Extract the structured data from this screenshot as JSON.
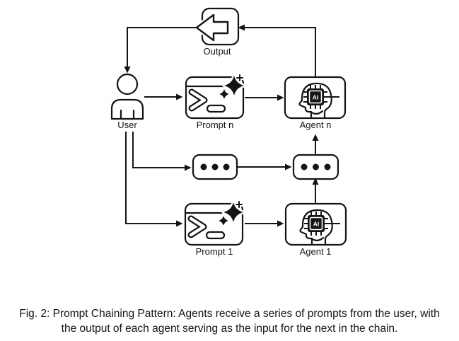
{
  "figure": {
    "caption_line1": "Fig. 2: Prompt Chaining Pattern: Agents receive a series of prompts from the user, with",
    "caption_line2": "the output of each agent serving as the input for the next in the chain."
  },
  "diagram": {
    "colors": {
      "stroke": "#141414",
      "background": "#ffffff"
    },
    "nodes": {
      "output": {
        "label": "Output",
        "icon": "output-back-arrow-icon"
      },
      "user": {
        "label": "User",
        "icon": "person-icon"
      },
      "prompt_n": {
        "label": "Prompt n",
        "icon": "terminal-sparkle-icon"
      },
      "agent_n": {
        "label": "Agent n",
        "icon": "head-ai-chip-icon",
        "chip_text": "AI"
      },
      "ellipsis_mid_left": {
        "icon": "ellipsis-icon"
      },
      "ellipsis_mid_right": {
        "icon": "ellipsis-icon"
      },
      "prompt_1": {
        "label": "Prompt 1",
        "icon": "terminal-sparkle-icon"
      },
      "agent_1": {
        "label": "Agent 1",
        "icon": "head-ai-chip-icon",
        "chip_text": "AI"
      }
    },
    "edges": [
      {
        "from": "user",
        "to": "prompt_n"
      },
      {
        "from": "prompt_n",
        "to": "agent_n"
      },
      {
        "from": "agent_n",
        "to": "output"
      },
      {
        "from": "output",
        "to": "user"
      },
      {
        "from": "user",
        "to": "ellipsis_mid_left"
      },
      {
        "from": "ellipsis_mid_left",
        "to": "ellipsis_mid_right"
      },
      {
        "from": "ellipsis_mid_right",
        "to": "agent_n"
      },
      {
        "from": "user",
        "to": "prompt_1"
      },
      {
        "from": "prompt_1",
        "to": "agent_1"
      },
      {
        "from": "agent_1",
        "to": "ellipsis_mid_right"
      }
    ]
  }
}
